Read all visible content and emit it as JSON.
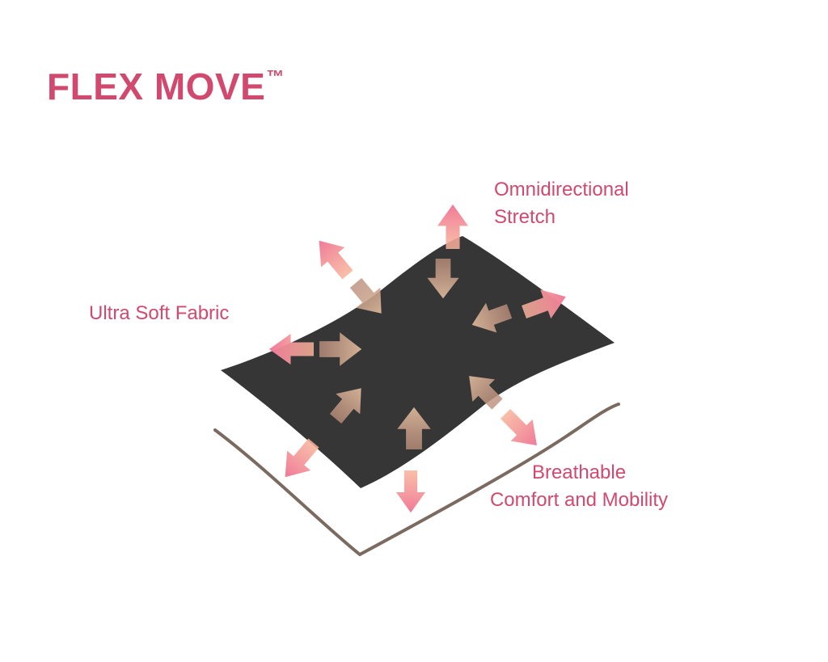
{
  "title": {
    "text": "FLEX MOVE",
    "mark": "™"
  },
  "labels": {
    "stretch": [
      "Omnidirectional",
      "Stretch"
    ],
    "soft": "Ultra Soft Fabric",
    "breathable": [
      "Breathable",
      "Comfort and Mobility"
    ]
  },
  "colors": {
    "accent": "#d1496e",
    "fabric": "#363636",
    "line": "#7a6a5f",
    "arrow_out": "#f07a98",
    "arrow_in": "#c9a88a"
  },
  "icons": {
    "outward_arrows": "arrow-out-icon",
    "inward_arrows": "arrow-in-icon"
  }
}
